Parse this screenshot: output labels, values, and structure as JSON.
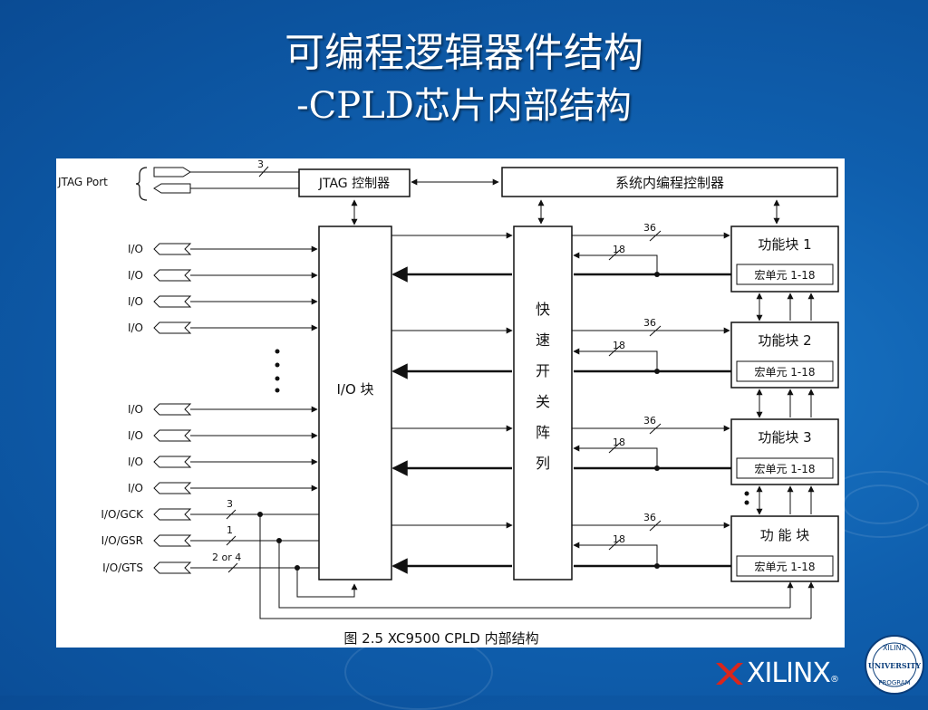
{
  "slide": {
    "title_line1": "可编程逻辑器件结构",
    "title_line2": "-CPLD芯片内部结构"
  },
  "diagram": {
    "jtag_port_label": "JTAG Port",
    "jtag_bus_width": "3",
    "jtag_controller": "JTAG 控制器",
    "isp_controller": "系统内编程控制器",
    "io_block": "I/O 块",
    "fast_switch_matrix": [
      "快",
      "速",
      "开",
      "关",
      "阵",
      "列"
    ],
    "io_pins": [
      "I/O",
      "I/O",
      "I/O",
      "I/O",
      "I/O",
      "I/O",
      "I/O",
      "I/O"
    ],
    "global_pins": [
      {
        "label": "I/O/GCK",
        "width": "3"
      },
      {
        "label": "I/O/GSR",
        "width": "1"
      },
      {
        "label": "I/O/GTS",
        "width": "2 or 4"
      }
    ],
    "function_blocks": [
      {
        "name": "功能块 1",
        "macrocell": "宏单元 1-18",
        "bus_in": "36",
        "bus_out": "18"
      },
      {
        "name": "功能块 2",
        "macrocell": "宏单元 1-18",
        "bus_in": "36",
        "bus_out": "18"
      },
      {
        "name": "功能块 3",
        "macrocell": "宏单元 1-18",
        "bus_in": "36",
        "bus_out": "18"
      },
      {
        "name": "功 能 块",
        "macrocell": "宏单元 1-18",
        "bus_in": "36",
        "bus_out": "18"
      }
    ],
    "caption": "图 2.5 XC9500 CPLD 内部结构"
  },
  "branding": {
    "company": "XILINX",
    "reg_mark": "®",
    "badge_top": "XILINX",
    "badge_middle": "UNIVERSITY",
    "badge_bottom": "PROGRAM"
  }
}
